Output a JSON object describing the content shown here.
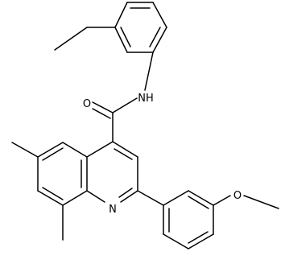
{
  "atoms": {
    "carbonyl_oxygen": "O",
    "amide_nitrogen": "NH",
    "ring_nitrogen": "N",
    "methoxy_oxygen": "O"
  },
  "colors": {
    "ink": "#000000",
    "background": "#ffffff"
  }
}
